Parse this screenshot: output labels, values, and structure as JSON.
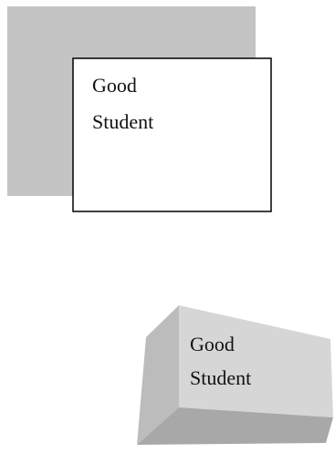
{
  "figures": [
    {
      "id": "flat-textbox",
      "label_lines": [
        "Good",
        "Student"
      ],
      "colors": {
        "shadow": "#c4c4c4",
        "box_fill": "#ffffff",
        "box_border": "#000000"
      }
    },
    {
      "id": "3d-textbox",
      "label_lines": [
        "Good",
        "Student"
      ],
      "colors": {
        "front": "#d6d6d6",
        "side": "#e9e9e9",
        "bottom": "#a8a8a8",
        "top": "#ececec"
      }
    }
  ]
}
